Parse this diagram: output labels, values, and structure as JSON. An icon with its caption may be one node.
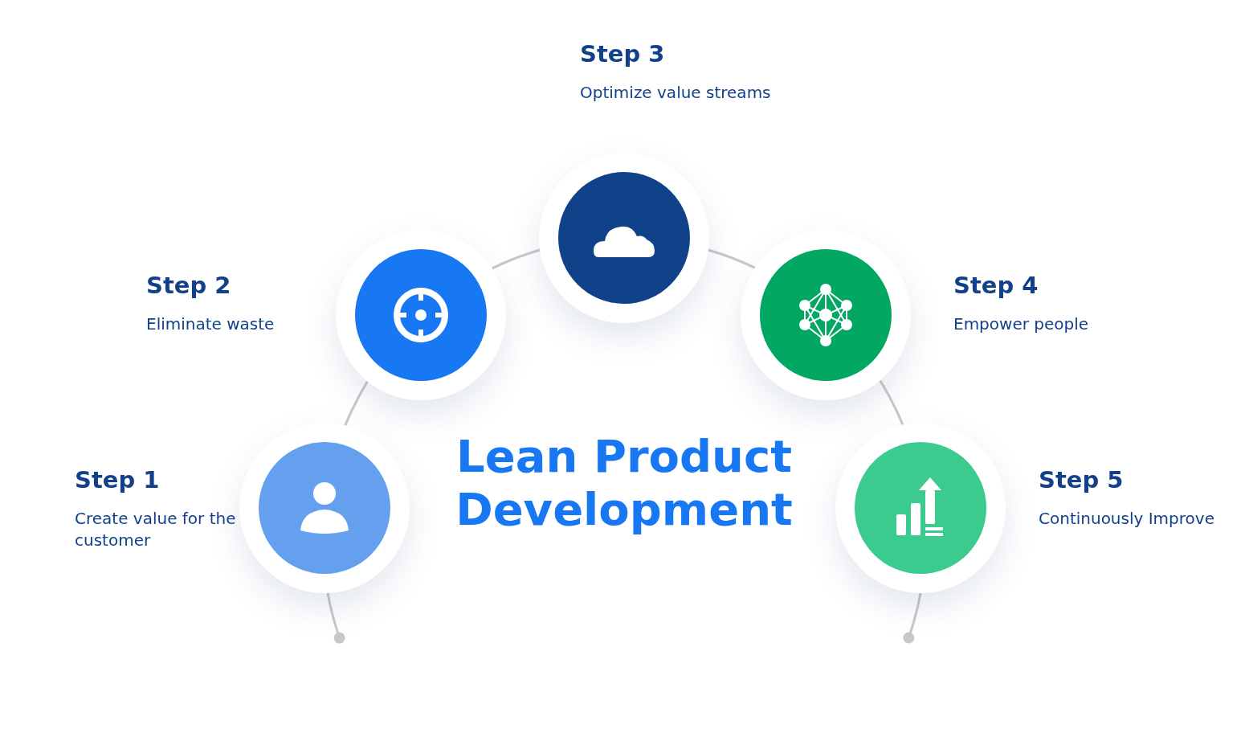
{
  "diagram": {
    "title": "Lean Product Development",
    "nodes": [
      {
        "text": [],
        "shape": "circle",
        "beside": [
          "Step 1",
          "Create value for the customer"
        ]
      },
      {
        "text": [],
        "shape": "circle",
        "beside": [
          "Step 2",
          "Eliminate waste"
        ]
      },
      {
        "text": [],
        "shape": "circle",
        "beside": [
          "Step 3",
          "Optimize value streams"
        ]
      },
      {
        "text": [],
        "shape": "circle",
        "beside": [
          "Step 4",
          "Empower people"
        ]
      },
      {
        "text": [],
        "shape": "circle",
        "beside": [
          "Step 5",
          "Continuously Improve"
        ]
      }
    ],
    "edges": [
      {
        "from": 0,
        "to": null,
        "arrow": "other"
      },
      {
        "from": 0,
        "to": 1,
        "arrow": "none"
      },
      {
        "from": 1,
        "to": 2,
        "arrow": "none"
      },
      {
        "from": 2,
        "to": 3,
        "arrow": "none"
      },
      {
        "from": 3,
        "to": 4,
        "arrow": "none"
      },
      {
        "from": 4,
        "to": null,
        "arrow": "other"
      }
    ]
  }
}
